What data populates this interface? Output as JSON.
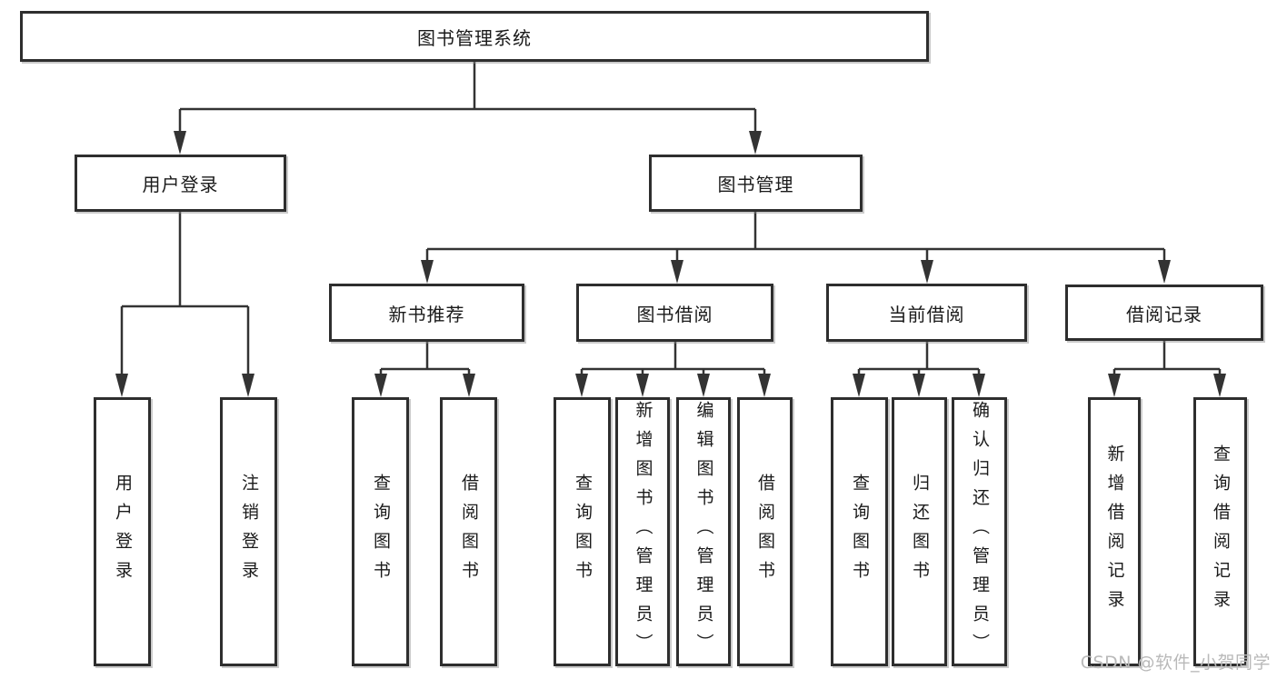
{
  "diagram_type": "functional-decomposition-tree",
  "tree": {
    "label": "图书管理系统",
    "children": [
      {
        "label": "用户登录",
        "children": [
          {
            "label": "用户登录"
          },
          {
            "label": "注销登录"
          }
        ]
      },
      {
        "label": "图书管理",
        "children": [
          {
            "label": "新书推荐",
            "children": [
              {
                "label": "查询图书"
              },
              {
                "label": "借阅图书"
              }
            ]
          },
          {
            "label": "图书借阅",
            "children": [
              {
                "label": "查询图书"
              },
              {
                "label": "新增图书（管理员）"
              },
              {
                "label": "编辑图书（管理员）"
              },
              {
                "label": "借阅图书"
              }
            ]
          },
          {
            "label": "当前借阅",
            "children": [
              {
                "label": "查询图书"
              },
              {
                "label": "归还图书"
              },
              {
                "label": "确认归还（管理员）"
              }
            ]
          },
          {
            "label": "借阅记录",
            "children": [
              {
                "label": "新增借阅记录"
              },
              {
                "label": "查询借阅记录"
              }
            ]
          }
        ]
      }
    ]
  },
  "watermark": {
    "text": "CSDN @软件_小贺同学",
    "color": "#b9b9b9"
  },
  "colors": {
    "background": "#ffffff",
    "box_border": "#2e2e2e",
    "connector_line": "#333333",
    "text": "#1a1a1a"
  }
}
